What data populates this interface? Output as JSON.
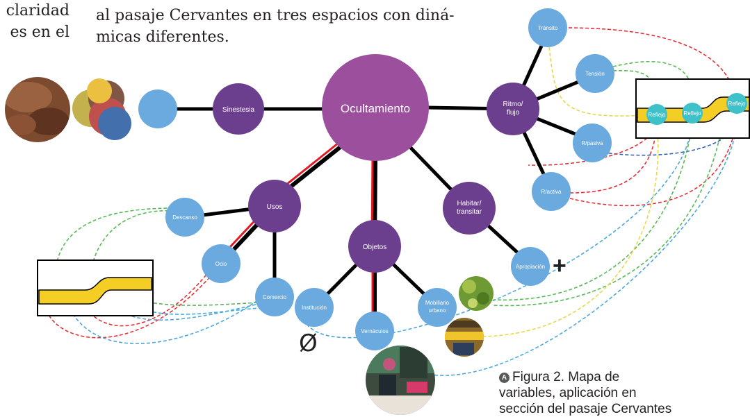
{
  "body_text": {
    "left_lines": [
      "claridad",
      "es en el"
    ],
    "top_lines": [
      "al pasaje Cervantes en tres espacios con diná-",
      "micas diferentes."
    ]
  },
  "nodes": {
    "ocultamiento": "Ocultamiento",
    "sinestesia": "Sinestesia",
    "ritmo_flujo": [
      "Ritmo/",
      "flujo"
    ],
    "transito": "Tránsito",
    "tension": "Tensión",
    "r_pasiva": "R/pasiva",
    "r_activa": "R/activa",
    "usos": "Usos",
    "descanso": "Descanso",
    "ocio": "Ocio",
    "comercio": "Comercio",
    "objetos": "Objetos",
    "institucion": "Institución",
    "vernaculos": "Vernáculos",
    "mobiliario": [
      "Mobiliario",
      "urbano"
    ],
    "habitar": [
      "Habitar/",
      "transitar"
    ],
    "apropiacion": "Apropiación",
    "reflejo_1": "Reflejo",
    "reflejo_2": "Reflejo",
    "reflejo_3": "Reflejo"
  },
  "symbols": {
    "plus": "+",
    "empty_set": "Ø"
  },
  "caption": {
    "badge": "A",
    "lines": [
      "Figura 2. Mapa de",
      "variables, aplicación en",
      "sección del pasaje Cervantes"
    ]
  },
  "colors": {
    "primary_node": "#9b4f9c",
    "secondary_node": "#6c3e8e",
    "leaf_node": "#6aaadf",
    "reflejo_node": "#3fc1c9",
    "edge_black": "#000000",
    "edge_red": "#e21b23",
    "dash_red": "#e5303a",
    "dash_blue": "#4aa8de",
    "dash_green": "#58b957",
    "dash_yellow": "#e9d74a",
    "dash_darkblue": "#2e64b6",
    "passage_yellow": "#f4ce24"
  }
}
